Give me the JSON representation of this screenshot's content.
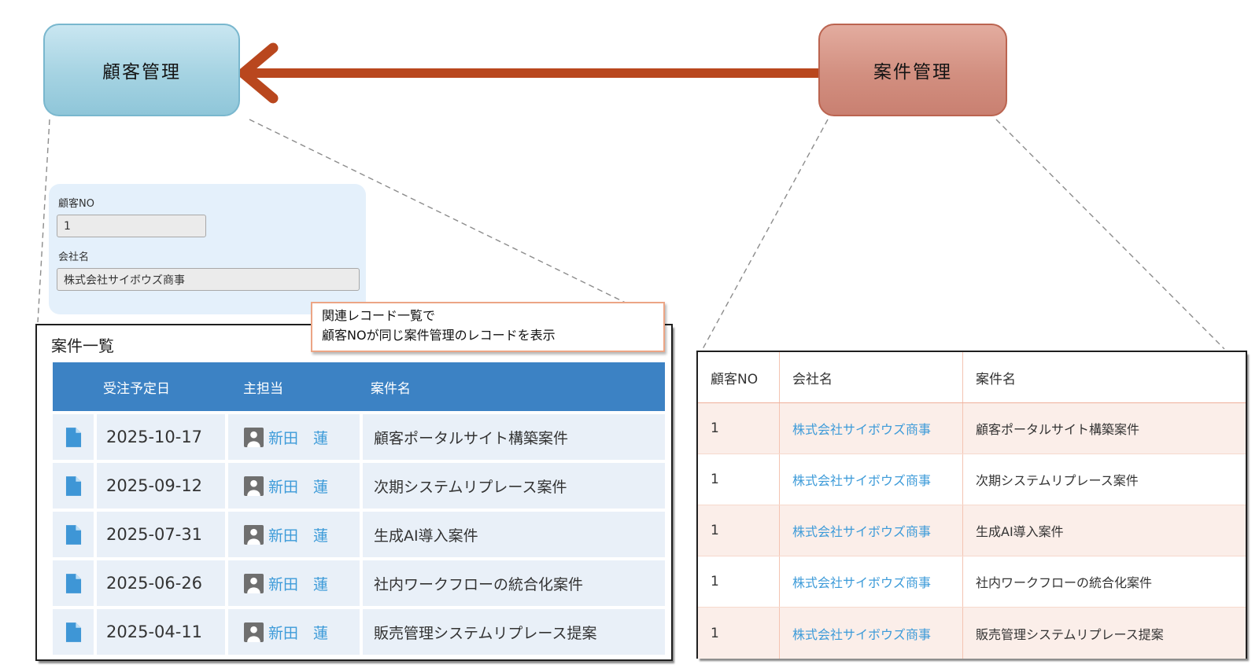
{
  "apps": {
    "customer_label": "顧客管理",
    "case_label": "案件管理"
  },
  "callout": {
    "line1": "関連レコード一覧で",
    "line2": "顧客NOが同じ案件管理のレコードを表示"
  },
  "customer_form": {
    "fields": [
      {
        "label": "顧客NO",
        "value": "1"
      },
      {
        "label": "会社名",
        "value": "株式会社サイボウズ商事"
      }
    ]
  },
  "case_list": {
    "title": "案件一覧",
    "columns": {
      "date": "受注予定日",
      "assignee": "主担当",
      "name": "案件名"
    },
    "rows": [
      {
        "date": "2025-10-17",
        "assignee": "新田　蓮",
        "name": "顧客ポータルサイト構築案件"
      },
      {
        "date": "2025-09-12",
        "assignee": "新田　蓮",
        "name": "次期システムリプレース案件"
      },
      {
        "date": "2025-07-31",
        "assignee": "新田　蓮",
        "name": "生成AI導入案件"
      },
      {
        "date": "2025-06-26",
        "assignee": "新田　蓮",
        "name": "社内ワークフローの統合化案件"
      },
      {
        "date": "2025-04-11",
        "assignee": "新田　蓮",
        "name": "販売管理システムリプレース提案"
      }
    ]
  },
  "case_table": {
    "columns": {
      "no": "顧客NO",
      "company": "会社名",
      "name": "案件名"
    },
    "rows": [
      {
        "no": "1",
        "company": "株式会社サイボウズ商事",
        "name": "顧客ポータルサイト構築案件"
      },
      {
        "no": "1",
        "company": "株式会社サイボウズ商事",
        "name": "次期システムリプレース案件"
      },
      {
        "no": "1",
        "company": "株式会社サイボウズ商事",
        "name": "生成AI導入案件"
      },
      {
        "no": "1",
        "company": "株式会社サイボウズ商事",
        "name": "社内ワークフローの統合化案件"
      },
      {
        "no": "1",
        "company": "株式会社サイボウズ商事",
        "name": "販売管理システムリプレース提案"
      }
    ]
  },
  "icons": {
    "record": "file-icon",
    "assignee": "user-icon",
    "relation": "arrow-left-icon"
  },
  "colors": {
    "customer_box_fill": "#A5D3E2",
    "customer_box_border": "#79B7CE",
    "case_box_fill": "#D28F80",
    "case_box_border": "#BB6450",
    "arrow": "#B9471E",
    "callout_border": "#ECA585",
    "list_header_blue": "#3C82C4",
    "row_blue": "#E9F0F8",
    "row_pink": "#FBEEE9",
    "link_blue": "#3D9BD9",
    "grid_salmon": "#F4C4B2",
    "connector_gray": "#8C8C8C"
  }
}
